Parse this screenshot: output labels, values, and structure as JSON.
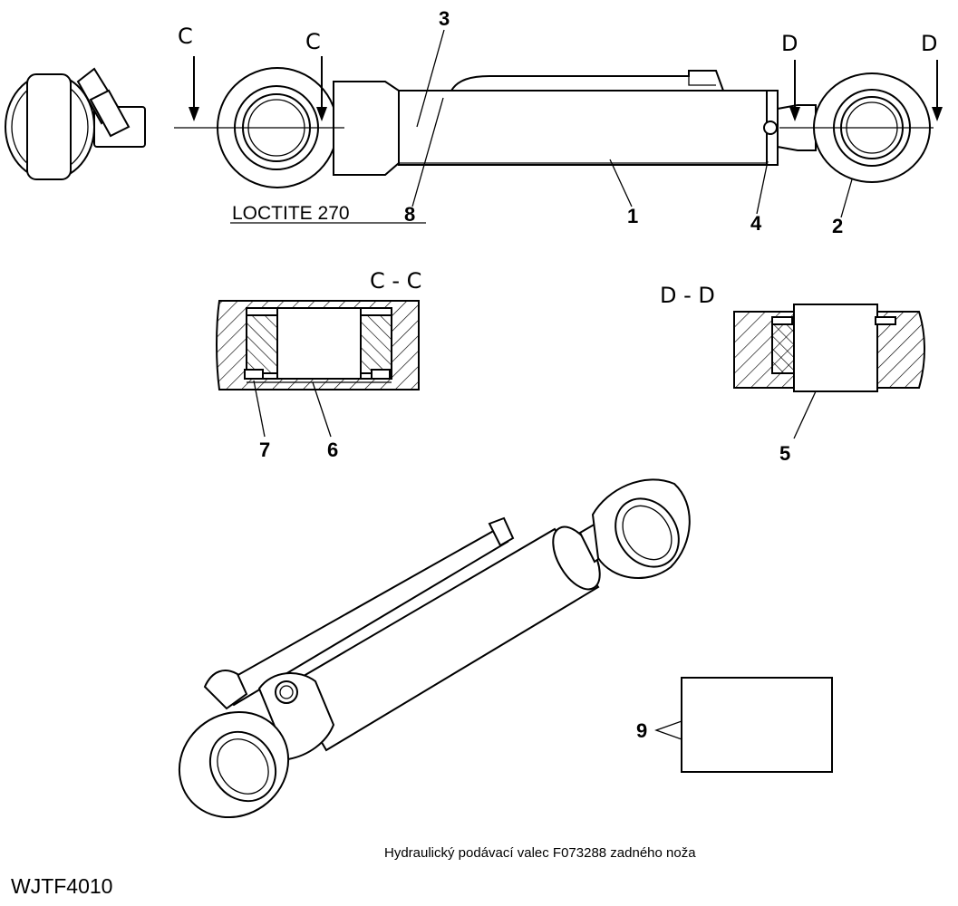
{
  "section_labels": {
    "c_left": "C",
    "c_right": "C",
    "d_left": "D",
    "d_right": "D",
    "c_section": "C - C",
    "d_section": "D - D"
  },
  "note": "LOCTITE 270",
  "callouts": {
    "n1": "1",
    "n2": "2",
    "n3": "3",
    "n4": "4",
    "n5": "5",
    "n6": "6",
    "n7": "7",
    "n8": "8",
    "n9": "9"
  },
  "caption": "Hydraulický podávací valec F073288 zadného noža",
  "drawing_code": "WJTF4010"
}
